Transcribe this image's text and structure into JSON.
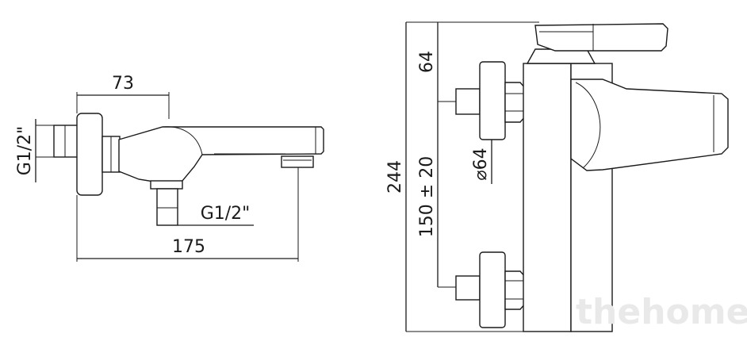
{
  "diagram": {
    "side_view": {
      "dim_73": "73",
      "dim_inlet_thread": "G1/2\"",
      "dim_outlet_thread": "G1/2\"",
      "dim_175": "175"
    },
    "front_view": {
      "dim_244": "244",
      "dim_64": "64",
      "dim_diameter_64": "⌀64",
      "dim_center_distance": "150 ± 20"
    },
    "watermark": "thehome"
  }
}
